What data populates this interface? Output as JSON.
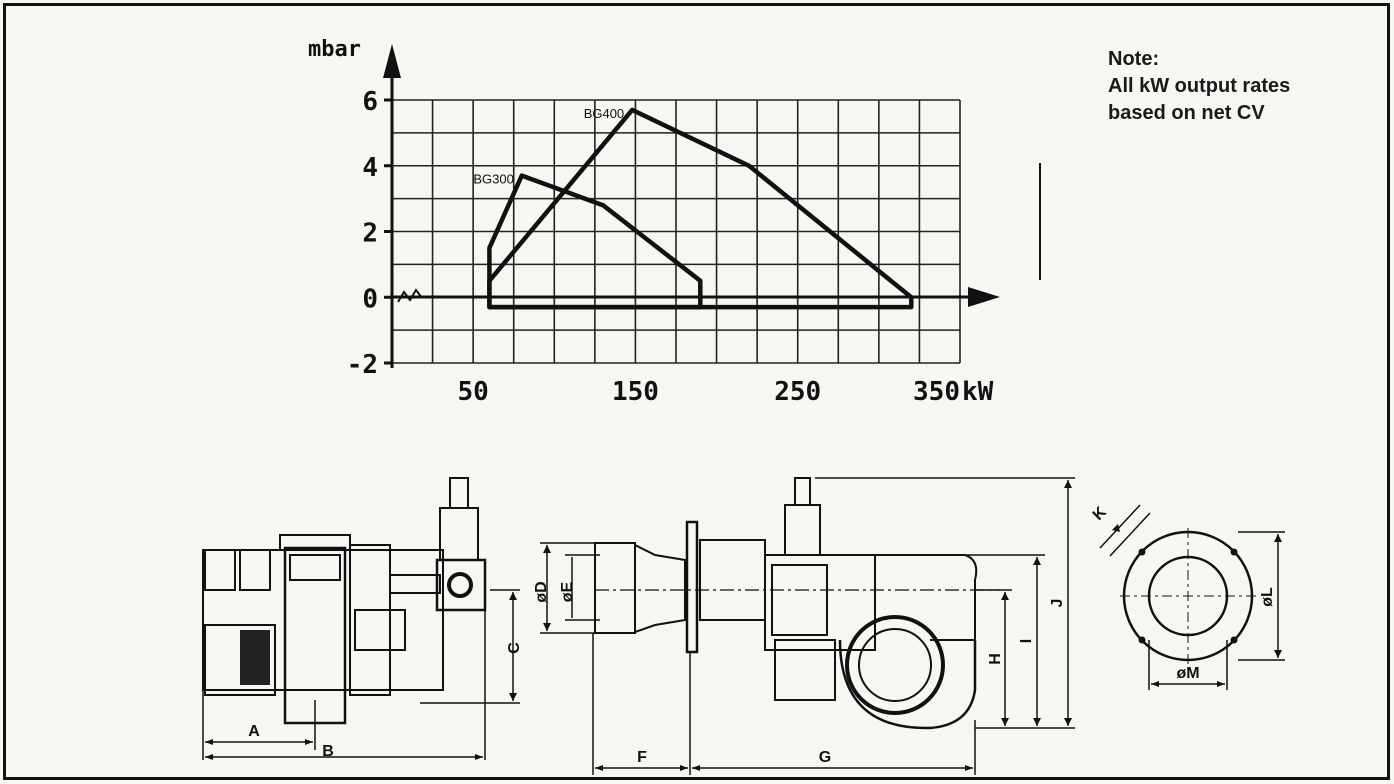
{
  "note": {
    "lines": [
      "Note:",
      "All kW output rates",
      "based on net CV"
    ]
  },
  "chart_data": {
    "type": "line",
    "ylabel": "mbar",
    "xlabel": "kW",
    "xlim": [
      0,
      350
    ],
    "ylim": [
      -2,
      6
    ],
    "x_ticks": [
      50,
      150,
      250,
      350
    ],
    "x_tick_labels": [
      "50",
      "150",
      "250",
      "350"
    ],
    "y_ticks": [
      6,
      4,
      2,
      0,
      -2
    ],
    "y_tick_labels": [
      "6",
      "4",
      "2",
      "0",
      "-2"
    ],
    "grid": true,
    "series": [
      {
        "name": "BG300",
        "points": [
          [
            60,
            -0.3
          ],
          [
            60,
            1.5
          ],
          [
            80,
            3.7
          ],
          [
            130,
            2.8
          ],
          [
            190,
            0.5
          ],
          [
            190,
            -0.3
          ]
        ]
      },
      {
        "name": "BG400",
        "points": [
          [
            60,
            -0.3
          ],
          [
            60,
            0.5
          ],
          [
            148,
            5.7
          ],
          [
            220,
            4.0
          ],
          [
            320,
            0
          ],
          [
            320,
            -0.3
          ]
        ]
      }
    ]
  },
  "dimensions": {
    "labels": [
      "A",
      "B",
      "C",
      "øD",
      "øE",
      "F",
      "G",
      "H",
      "I",
      "J",
      "K",
      "øL",
      "øM"
    ]
  }
}
